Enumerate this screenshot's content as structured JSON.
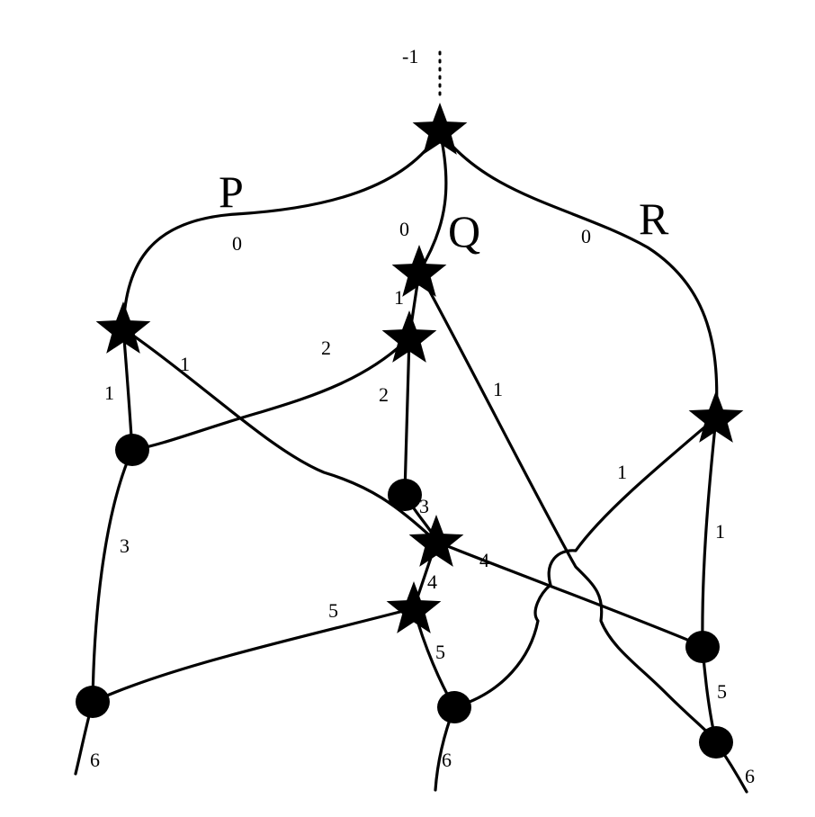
{
  "branch_labels": {
    "p": "P",
    "q": "Q",
    "r": "R"
  },
  "edge_labels": {
    "top": "-1",
    "p_top": "0",
    "q_top": "0",
    "r_top": "0",
    "q_inner": "1",
    "p_left": "1",
    "p_cross": "1",
    "q_cross": "2",
    "q_down": "2",
    "q_long": "1",
    "r_cross": "1",
    "p_low": "3",
    "mid_3": "3",
    "mid_4a": "4",
    "mid_4b": "4",
    "r_down": "1",
    "left_5": "5",
    "mid_5": "5",
    "right_5": "5",
    "bottom_left": "6",
    "bottom_mid": "6",
    "bottom_right": "6"
  }
}
